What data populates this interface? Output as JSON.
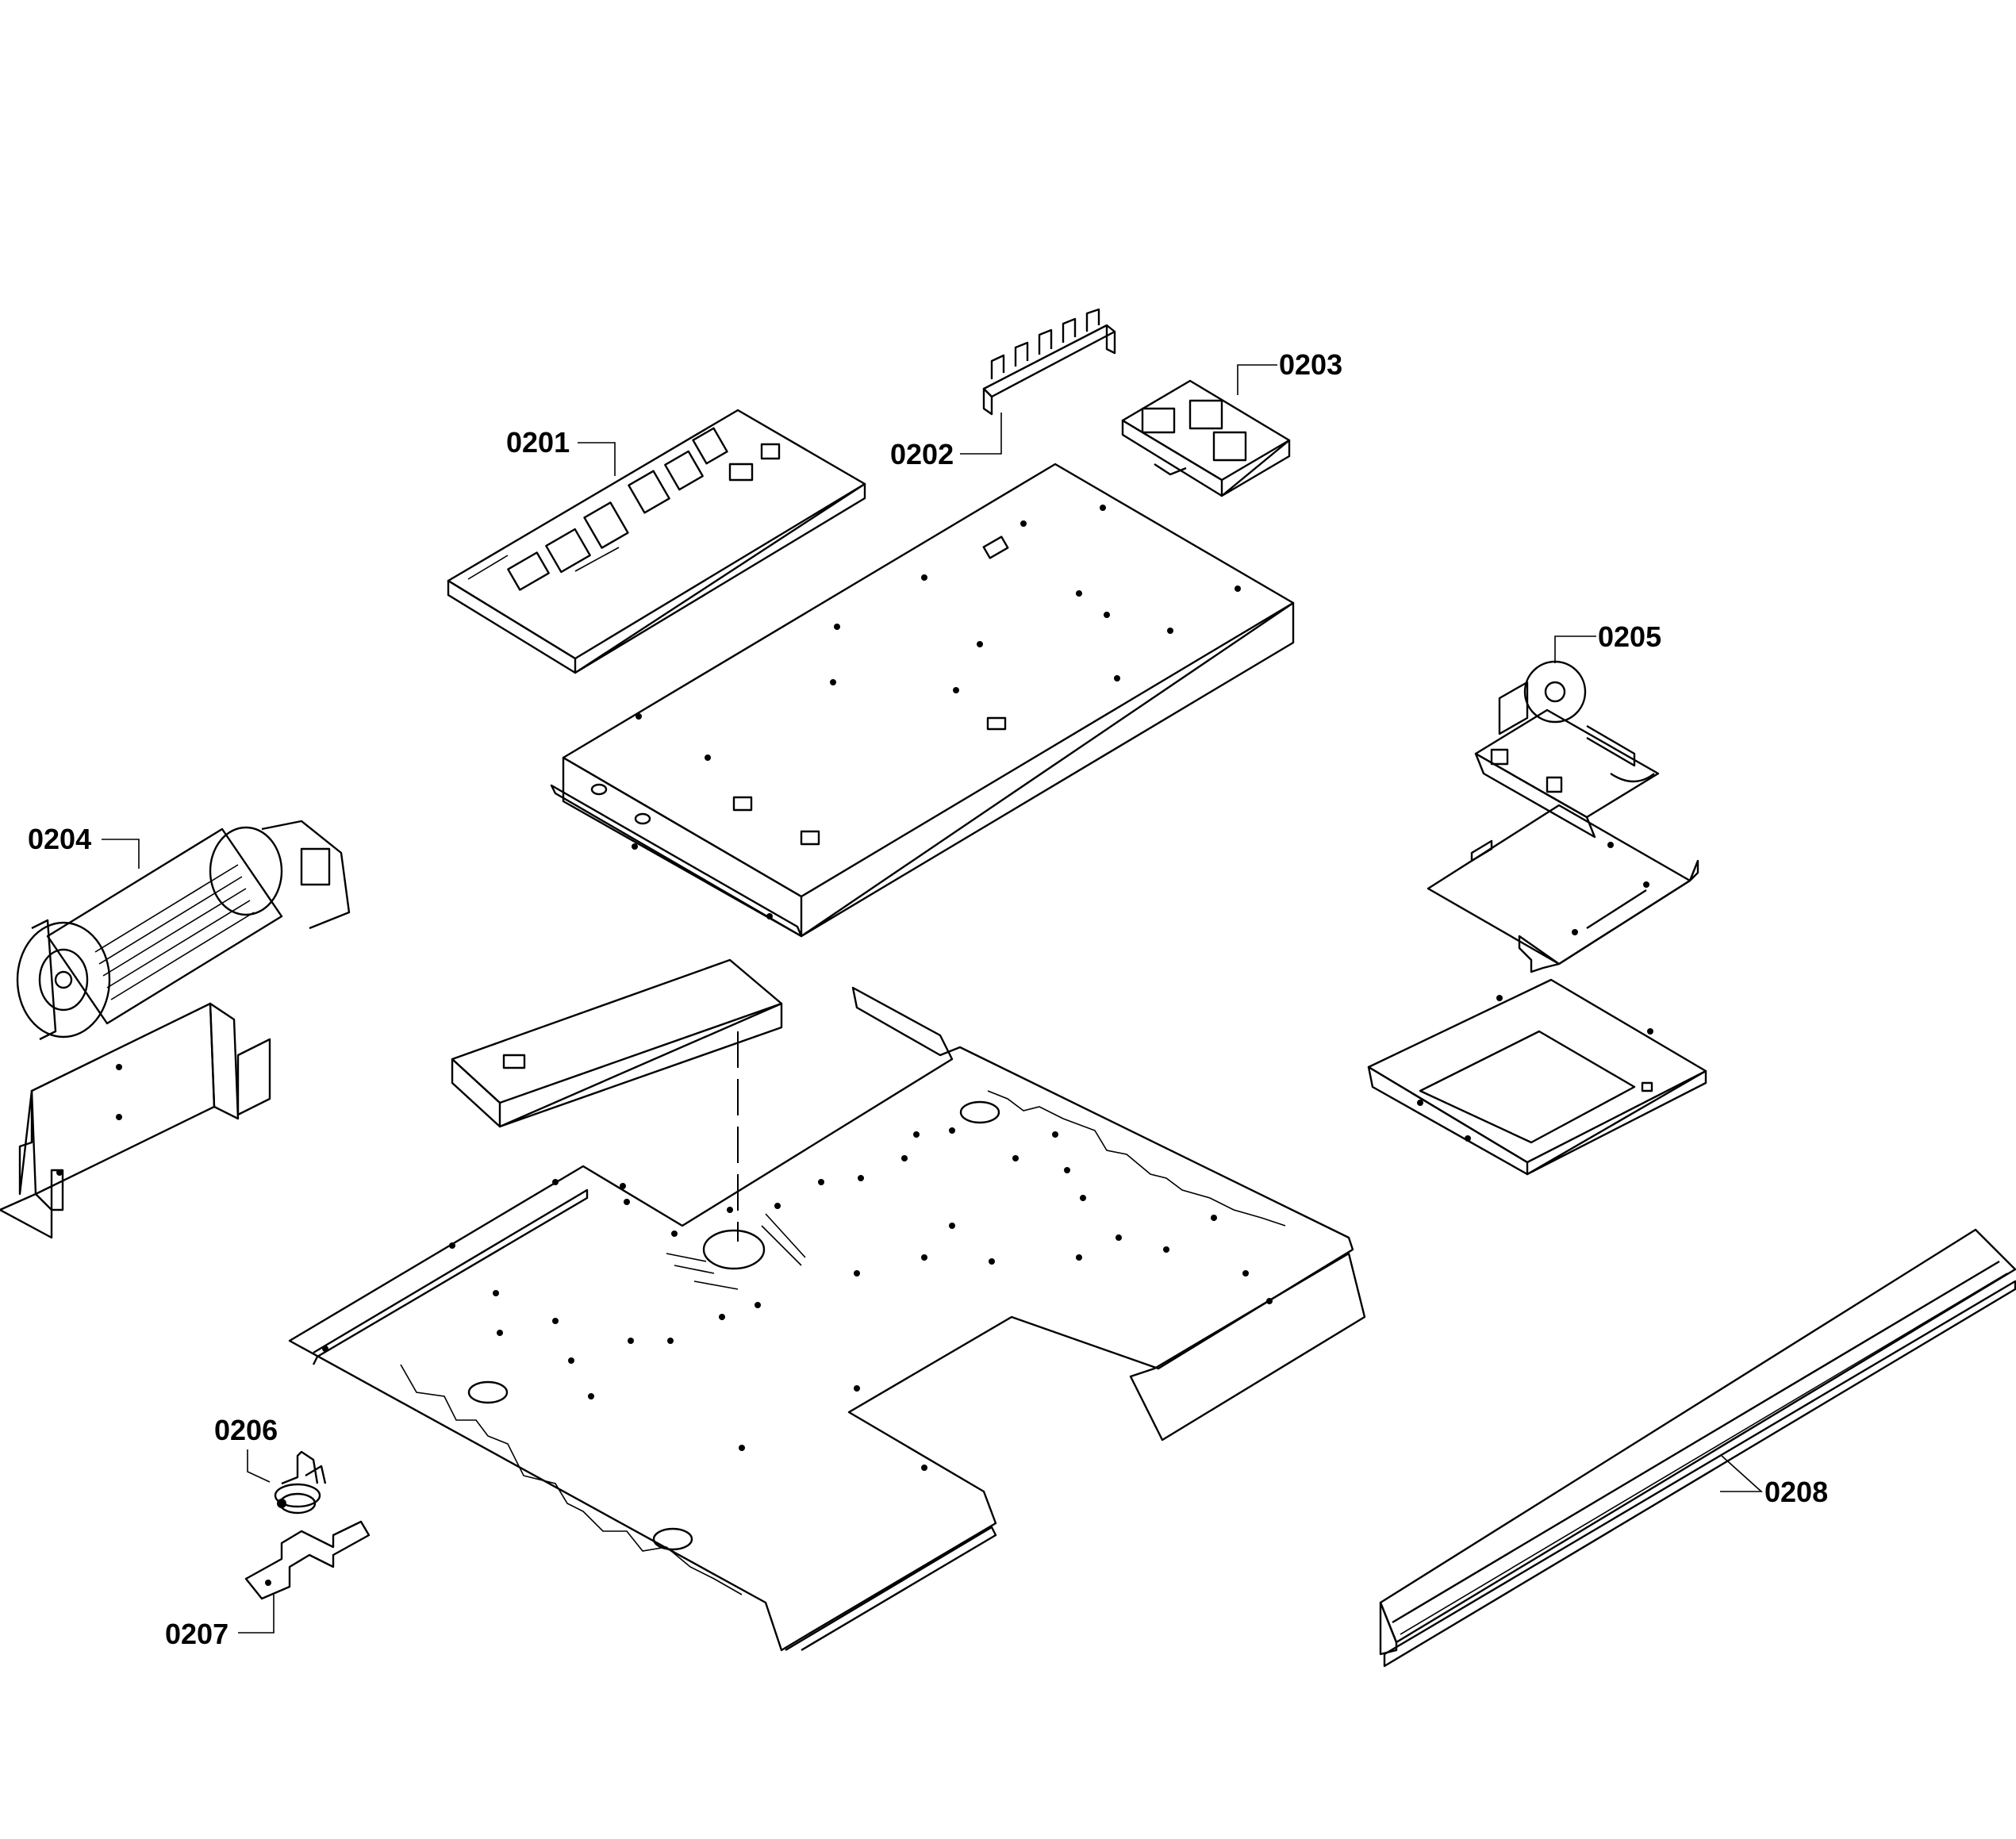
{
  "callouts": {
    "c0201": "0201",
    "c0202": "0202",
    "c0203": "0203",
    "c0204": "0204",
    "c0205": "0205",
    "c0206": "0206",
    "c0207": "0207",
    "c0208": "0208"
  }
}
